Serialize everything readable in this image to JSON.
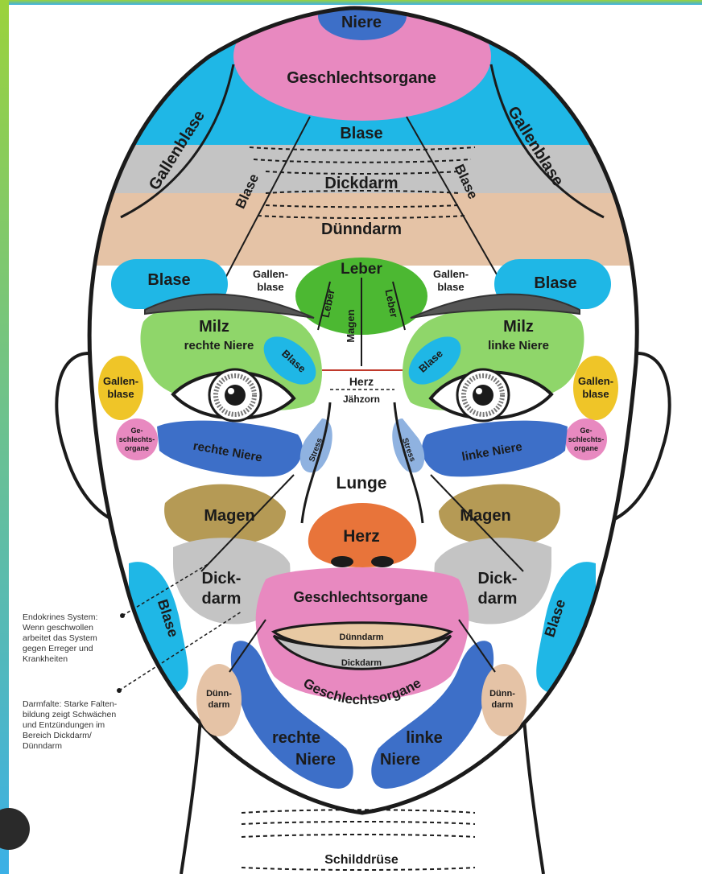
{
  "colors": {
    "frame_green": "#9bd23c",
    "frame_blue": "#3bb0e6",
    "pink": "#e889c0",
    "blue": "#1fb7e6",
    "grey": "#c4c4c4",
    "tan": "#e5c3a6",
    "green": "#8fd66a",
    "leber_green": "#4cb832",
    "yellow": "#efc528",
    "kidney_blue": "#3d6fc8",
    "stress_blue": "#8fb2e0",
    "olive": "#b59a55",
    "nose_orange": "#e8743a",
    "lips_tan": "#e8c9a3",
    "outline": "#1b1b1b"
  },
  "labels": {
    "niere_top": "Niere",
    "geschlecht_top": "Geschlechtsorgane",
    "blase_forehead": "Blase",
    "gallenblase_left": "Gallenblase",
    "gallenblase_right": "Gallenblase",
    "dickdarm_forehead": "Dickdarm",
    "blase_diag_left": "Blase",
    "blase_diag_right": "Blase",
    "duenndarm_forehead": "Dünndarm",
    "leber": "Leber",
    "leber_left": "Leber",
    "leber_right": "Leber",
    "magen_center": "Magen",
    "gallen_left_1": "Gallen-",
    "gallen_left_2": "blase",
    "gallen_right_1": "Gallen-",
    "gallen_right_2": "blase",
    "blase_brow_left": "Blase",
    "blase_brow_right": "Blase",
    "milz_left": "Milz",
    "rechte_niere_eye": "rechte Niere",
    "milz_right": "Milz",
    "linke_niere_eye": "linke Niere",
    "blase_eye_left": "Blase",
    "blase_eye_right": "Blase",
    "herz_small": "Herz",
    "jaehzorn": "Jähzorn",
    "ear_gallen_left_1": "Gallen-",
    "ear_gallen_left_2": "blase",
    "ear_gallen_right_1": "Gallen-",
    "ear_gallen_right_2": "blase",
    "ear_ge_left_1": "Ge-",
    "ear_ge_left_2": "schlechts-",
    "ear_ge_left_3": "organe",
    "ear_ge_right_1": "Ge-",
    "ear_ge_right_2": "schlechts-",
    "ear_ge_right_3": "organe",
    "rechte_niere_cheek": "rechte Niere",
    "linke_niere_cheek": "linke Niere",
    "stress_left": "Stress",
    "stress_right": "Stress",
    "lunge": "Lunge",
    "magen_left": "Magen",
    "magen_right": "Magen",
    "herz_nose": "Herz",
    "dick_left_1": "Dick-",
    "dick_left_2": "darm",
    "dick_right_1": "Dick-",
    "dick_right_2": "darm",
    "geschlecht_lip": "Geschlechtsorgane",
    "duenndarm_lip": "Dünndarm",
    "dickdarm_lip": "Dickdarm",
    "geschlecht_chin": "Geschlechtsorgane",
    "blase_jaw_left": "Blase",
    "blase_jaw_right": "Blase",
    "duenn_left_1": "Dünn-",
    "duenn_left_2": "darm",
    "duenn_right_1": "Dünn-",
    "duenn_right_2": "darm",
    "rechte_chin": "rechte",
    "niere_chin_left": "Niere",
    "linke_chin": "linke",
    "niere_chin_right": "Niere",
    "schilddruese": "Schilddrüse"
  },
  "notes": {
    "endokrin": [
      "Endokrines System:",
      "Wenn geschwollen",
      "arbeitet das System",
      "gegen Erreger und",
      "Krankheiten"
    ],
    "darmfalte": [
      "Darmfalte: Starke Falten-",
      "bildung zeigt Schwächen",
      "und Entzündungen im",
      "Bereich Dickdarm/",
      "Dünndarm"
    ]
  }
}
